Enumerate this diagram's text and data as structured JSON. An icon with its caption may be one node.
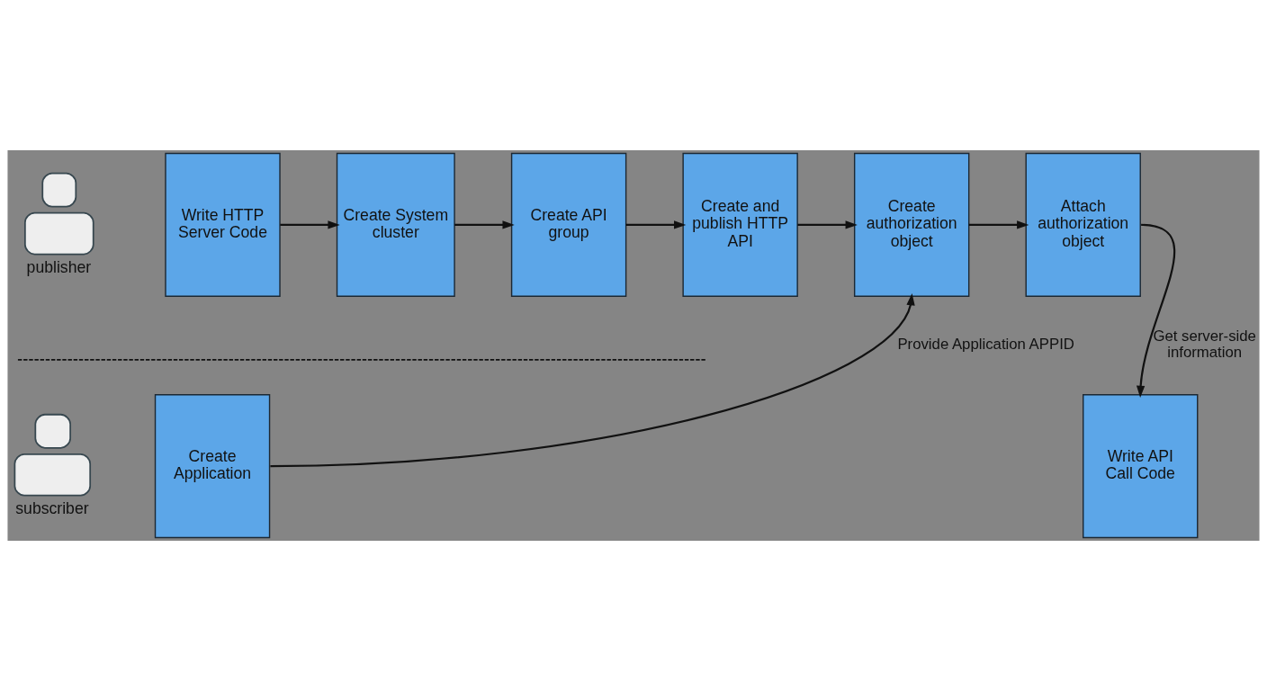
{
  "diagram": {
    "nodes": [
      {
        "text": [],
        "shape": "person",
        "beside": [
          "publisher"
        ]
      },
      {
        "text": [
          "Write HTTP Server Code"
        ]
      },
      {
        "text": [
          "Create System cluster"
        ]
      },
      {
        "text": [
          "Create API group"
        ]
      },
      {
        "text": [
          "Create and publish HTTP API"
        ]
      },
      {
        "text": [
          "Create authorization object"
        ]
      },
      {
        "text": [
          "Attach authorization object"
        ]
      },
      {
        "text": [],
        "shape": "person",
        "beside": [
          "subscriber"
        ]
      },
      {
        "text": [
          "Create Application"
        ]
      },
      {
        "text": [
          "Write API Call Code"
        ]
      }
    ],
    "edges": [
      {
        "from": 1,
        "to": 2,
        "arrow": "to"
      },
      {
        "from": 2,
        "to": 3,
        "arrow": "to"
      },
      {
        "from": 3,
        "to": 4,
        "arrow": "to"
      },
      {
        "from": 4,
        "to": 5,
        "arrow": "to"
      },
      {
        "from": 5,
        "to": 6,
        "arrow": "to"
      },
      {
        "from": 6,
        "to": 9,
        "label": "Get server-side information",
        "arrow": "to"
      },
      {
        "from": 8,
        "to": 5,
        "label": "Provide Application APPID",
        "arrow": "to"
      }
    ]
  }
}
